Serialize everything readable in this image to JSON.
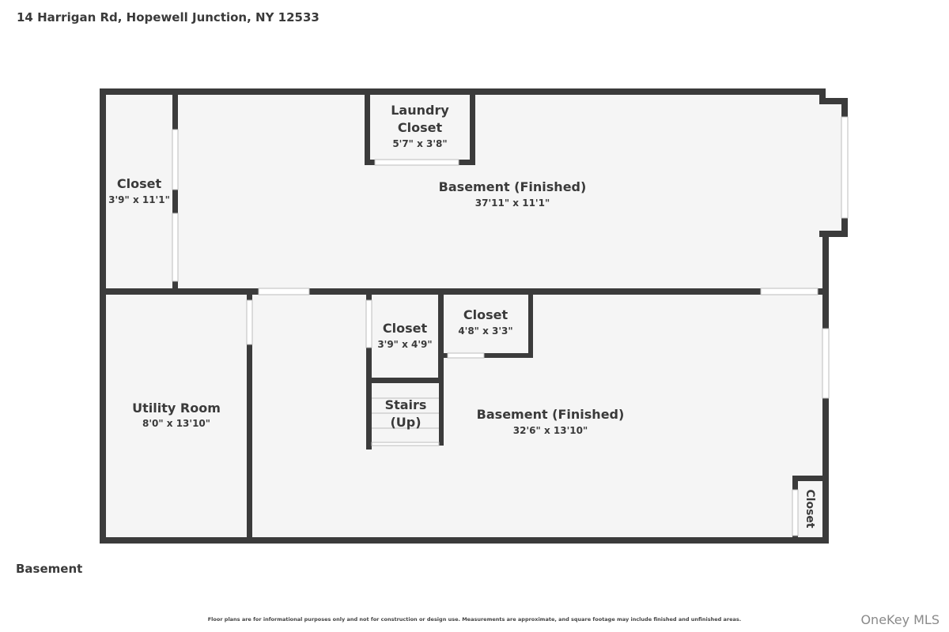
{
  "address": "14 Harrigan Rd, Hopewell Junction, NY 12533",
  "floor_label": "Basement",
  "disclaimer": "Floor plans are for informational purposes only and not for construction or design use. Measurements are approximate, and square footage may include finished and unfinished areas.",
  "watermark": "OneKey MLS",
  "colors": {
    "wall": "#3b3b3b",
    "floor": "#f5f5f5",
    "text": "#3a3a3a"
  },
  "rooms": {
    "closet_left": {
      "name": "Closet",
      "dims": "3'9\" x 11'1\""
    },
    "laundry": {
      "name_line1": "Laundry",
      "name_line2": "Closet",
      "dims": "5'7\" x 3'8\""
    },
    "basement_upper": {
      "name": "Basement (Finished)",
      "dims": "37'11\" x 11'1\""
    },
    "utility": {
      "name": "Utility Room",
      "dims": "8'0\" x 13'10\""
    },
    "closet_mid": {
      "name": "Closet",
      "dims": "3'9\" x 4'9\""
    },
    "closet_right_small": {
      "name": "Closet",
      "dims": "4'8\" x 3'3\""
    },
    "stairs": {
      "name_line1": "Stairs",
      "name_line2": "(Up)"
    },
    "basement_lower": {
      "name": "Basement (Finished)",
      "dims": "32'6\" x 13'10\""
    },
    "closet_corner": {
      "name": "Closet"
    }
  }
}
